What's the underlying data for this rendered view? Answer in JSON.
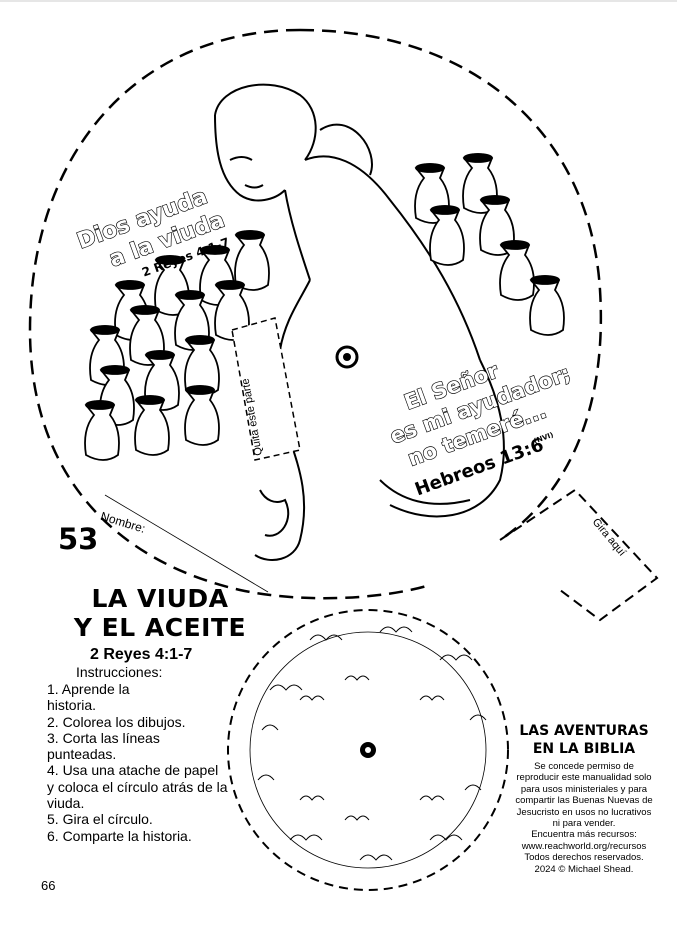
{
  "wheel": {
    "title_line1": "Dios ayuda",
    "title_line2": "a la viuda",
    "title_ref": "2 Reyes 4:1-7",
    "verse_line1": "El Señor",
    "verse_line2": "es mi ayudador;",
    "verse_line3": "no temeré...",
    "verse_ref": "Hebreos 13:6",
    "verse_version": "(NVI)",
    "remove_tab": "Quita este parte",
    "turn_label": "Gira aquí",
    "name_label": "Nombre:"
  },
  "lesson": {
    "number": "53",
    "title_line1": "LA VIUDA",
    "title_line2": "Y EL ACEITE",
    "reference": "2 Reyes 4:1-7"
  },
  "instructions": {
    "heading": "Instrucciones:",
    "steps": [
      "1. Aprende la",
      "historia.",
      "2. Colorea los dibujos.",
      "3. Corta las líneas",
      "punteadas.",
      "4. Usa una atache de papel",
      "y coloca el círculo atrás de la",
      "viuda.",
      "5. Gira el círculo.",
      "6. Comparte la historia."
    ]
  },
  "brand": {
    "line1": "LAS AVENTURAS",
    "line2": "EN LA BIBLIA"
  },
  "credits": [
    "Se concede permiso de",
    "reproducir este manualidad solo",
    "para usos ministeriales y para",
    "compartir las Buenas Nuevas de",
    "Jesucristo en usos no lucrativos",
    "ni para vender.",
    "Encuentra más recursos:",
    "www.reachworld.org/recursos",
    "Todos derechos reservados.",
    "2024 © Michael Shead."
  ],
  "page_number": "66"
}
